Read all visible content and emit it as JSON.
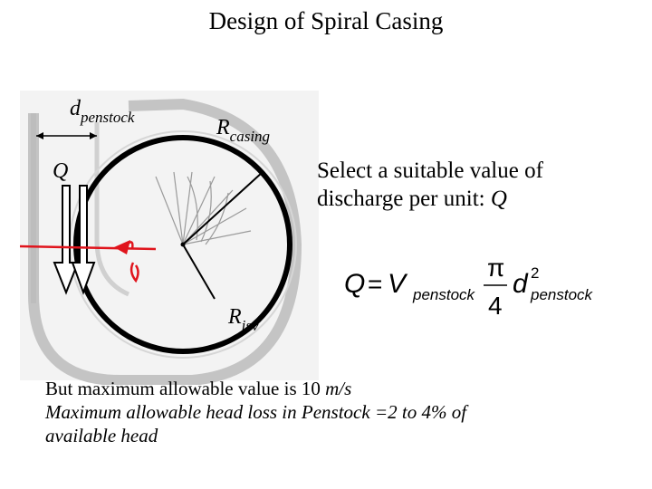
{
  "title": "Design of Spiral Casing",
  "labels": {
    "d_main": "d",
    "d_sub": "penstock",
    "r_casing_main": "R",
    "r_casing_sub": "casing",
    "q": "Q",
    "r_isv_main": "R",
    "r_isv_sub": "isv"
  },
  "select_text": {
    "line1": "Select a suitable value of",
    "line2_prefix": "discharge per unit: ",
    "line2_var": "Q"
  },
  "formula": {
    "lhs": "Q",
    "eq": "=",
    "v": "V",
    "v_sub": "penstock",
    "pi": "π",
    "denom": "4",
    "d": "d",
    "d_sup": "2",
    "d_sub": "penstock"
  },
  "bottom": {
    "line1_prefix": "But maximum allowable value is 10 ",
    "line1_unit": "m/s",
    "line2": "Maximum allowable head loss in Penstock =2 to 4% of",
    "line3": "available head"
  },
  "colors": {
    "annotation_red": "#e0141c",
    "casing_grey": "#c8c8c8",
    "ink": "#000000"
  }
}
